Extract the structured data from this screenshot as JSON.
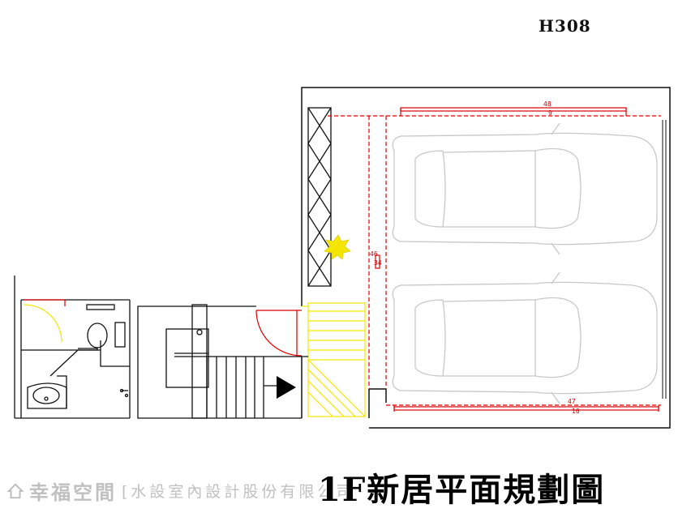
{
  "drawing_code": "H308",
  "title": "1F新居平面規劃圖",
  "watermark": {
    "brand": "幸福空間",
    "subtitle": "[水設室內設計股份有限公司"
  },
  "dimensions": {
    "top_upper": "48",
    "top_lower": "9",
    "side_left": "46",
    "side_right": "34",
    "bottom_upper": "47",
    "bottom_lower": "10"
  },
  "colors": {
    "wall": "#111111",
    "dimension": "#dd0000",
    "stair_yellow": "#f2e600",
    "car_outline": "#c8c8c8",
    "plant": "#f4e600",
    "watermark": "#8c8c8c"
  }
}
